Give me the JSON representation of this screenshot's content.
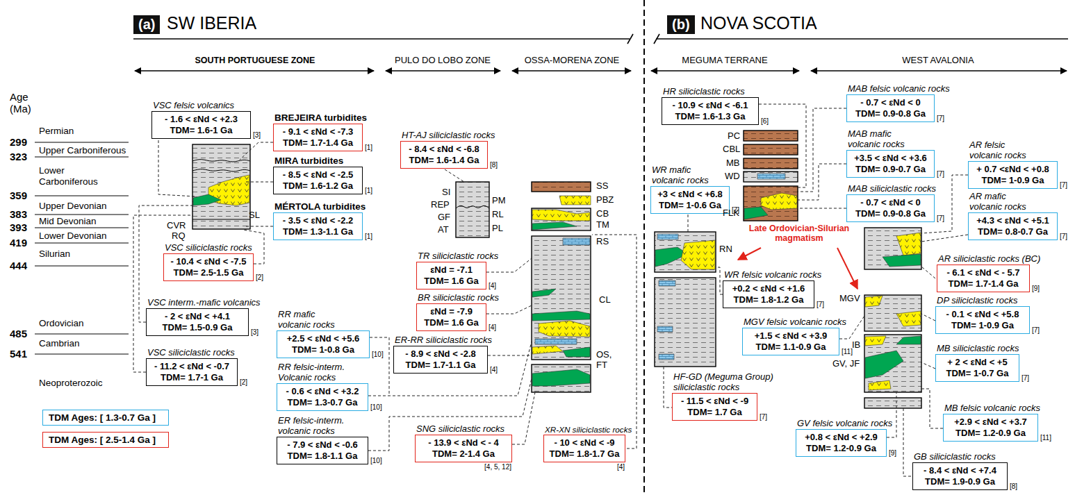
{
  "diagram": {
    "nodes": [
      {
        "text": [
          "VSC felsic volcanics",
          "- 1.6 < εNd < +2.3",
          "TDM= 1.6-1 Ga",
          "[3]"
        ]
      },
      {
        "text": [
          "BREJEIRA turbidites",
          "- 9.1 < εNd < -7.3",
          "TDM= 1.7-1.4 Ga",
          "[1]"
        ]
      },
      {
        "text": [
          "MIRA turbidites",
          "- 8.5 < εNd < -2.5",
          "TDM= 1.6-1.2 Ga",
          "[1]"
        ]
      },
      {
        "text": [
          "MÉRTOLA turbidites",
          "- 3.5 < εNd < -2.2",
          "TDM= 1.3-1.1 Ga",
          "[1]"
        ]
      },
      {
        "text": [
          "VSC siliciclastic rocks",
          "- 10.4 < εNd < -7.5",
          "TDM= 2.5-1.5 Ga",
          "[2]"
        ]
      },
      {
        "text": [
          "VSC interm.-mafic volcanics",
          "- 2 < εNd < +4.1",
          "TDM= 1.5-0.9 Ga",
          "[3]"
        ]
      },
      {
        "text": [
          "VSC siliciclastic rocks",
          "- 11.2 < εNd < -0.7",
          "TDM= 1.7-1 Ga",
          "[2]"
        ]
      },
      {
        "text": [
          "HT-AJ siliciclastic rocks",
          "- 8.4 < εNd < -6.8",
          "TDM= 1.6-1.4 Ga",
          "[8]"
        ]
      },
      {
        "text": [
          "TR siliciclastic rocks",
          "εNd = -7.1",
          "TDM= 1.6 Ga",
          "[4]"
        ]
      },
      {
        "text": [
          "BR siliciclastic rocks",
          "εNd = -7.9",
          "TDM= 1.6 Ga",
          "[4]"
        ]
      },
      {
        "text": [
          "RR mafic volcanic rocks",
          "+2.5 < εNd < +5.6",
          "TDM= 1-0.8 Ga",
          "[10]"
        ]
      },
      {
        "text": [
          "ER-RR siliciclastic rocks",
          "- 8.9 < εNd < -2.8",
          "TDM= 1.7-1.1 Ga",
          "[4]"
        ]
      },
      {
        "text": [
          "RR felsic-interm. Volcanic rocks",
          "- 0.6 < εNd < +3.2",
          "TDM= 1.3-0.7 Ga",
          "[10]"
        ]
      },
      {
        "text": [
          "ER felsic-interm. volcanic rocks",
          "- 7.9 < εNd < -0.6",
          "TDM= 1.8-1.1 Ga",
          "[10]"
        ]
      },
      {
        "text": [
          "SNG siliciclastic rocks",
          "- 13.9 < εNd < - 4",
          "TDM= 2-1.4 Ga",
          "[4, 5, 12]"
        ]
      },
      {
        "text": [
          "XR-XN siliciclastic rocks",
          "- 10 < εNd < -9",
          "TDM= 1.8-1.7 Ga",
          "[4]"
        ]
      },
      {
        "text": [
          "HR siliciclastic rocks",
          "- 10.9 < εNd < -6.1",
          "TDM= 1.6-1.3 Ga",
          "[6]"
        ]
      },
      {
        "text": [
          "WR mafic volcanic rocks",
          "+3 < εNd < +6.8",
          "TDM= 1-0.6 Ga",
          "[7]"
        ]
      },
      {
        "text": [
          "WR felsic volcanic rocks",
          "+0.2 < εNd < +1.6",
          "TDM= 1.8-1.2 Ga",
          "[7]"
        ]
      },
      {
        "text": [
          "MGV felsic volcanic rocks",
          "+1.5 < εNd < +3.9",
          "TDM= 1.1-0.9 Ga",
          "[11]"
        ]
      },
      {
        "text": [
          "HF-GD (Meguma Group) siliciclastic rocks",
          "- 11.5 < εNd < -9",
          "TDM= 1.7 Ga",
          "[7]"
        ]
      },
      {
        "text": [
          "MAB felsic volcanic rocks",
          "- 0.7 < εNd < 0",
          "TDM= 0.9-0.8 Ga",
          "[7]"
        ]
      },
      {
        "text": [
          "MAB mafic volcanic rocks",
          "+3.5 < εNd < +3.6",
          "TDM= 0.9-0.7 Ga",
          "[7]"
        ]
      },
      {
        "text": [
          "MAB siliciclastic rocks",
          "- 0.7 < εNd < 0",
          "TDM= 0.9-0.8 Ga",
          "[7]"
        ]
      },
      {
        "text": [
          "AR felsic volcanic rocks",
          "+ 0.7 <εNd < +0.8",
          "TDM= 1-0.9 Ga",
          "[7]"
        ]
      },
      {
        "text": [
          "AR mafic volcanic rocks",
          "+4.3 < εNd < +5.1",
          "TDM= 0.8-0.7 Ga",
          "[7]"
        ]
      },
      {
        "text": [
          "AR siliciclastic rocks (BC)",
          "- 6.1 < εNd < - 5.7",
          "TDM= 1.7-1.4 Ga",
          "[9]"
        ]
      },
      {
        "text": [
          "DP siliciclastic rocks",
          "- 0.1 < εNd < +5.8",
          "TDM= 1-0.9 Ga",
          "[7]"
        ]
      },
      {
        "text": [
          "MB siliciclastic rocks",
          "+ 2 < εNd < +5",
          "TDM= 1-0.7 Ga",
          "[7]"
        ]
      },
      {
        "text": [
          "MB felsic volcanic rocks",
          "+2.9 < εNd < +3.7",
          "TDM= 1.2-0.9 Ga",
          "[11]"
        ]
      },
      {
        "text": [
          "GV felsic volcanic rocks",
          "+0.8 < εNd < +2.9",
          "TDM= 1.2-0.9 Ga",
          "[9]"
        ]
      },
      {
        "text": [
          "GB siliciclastic rocks",
          "- 8.4 < εNd < +7.4",
          "TDM= 1.9-0.9 Ga",
          "[8]"
        ]
      }
    ],
    "labels": [
      "(a)",
      "SW IBERIA",
      "(b)",
      "NOVA SCOTIA",
      "SOUTH PORTUGUESE ZONE",
      "PULO DO LOBO ZONE",
      "OSSA-MORENA ZONE",
      "MEGUMA TERRANE",
      "WEST AVALONIA",
      "Age (Ma)",
      "Permian",
      "299",
      "Upper Carboniferous",
      "323",
      "Lower Carboniferous",
      "359",
      "Upper Devonian",
      "383",
      "Mid Devonian",
      "393",
      "Lower Devonian",
      "419",
      "Silurian",
      "444",
      "Ordovician",
      "485",
      "Cambrian",
      "541",
      "Neoproterozoic",
      "CVR",
      "RQ",
      "SL",
      "SI",
      "REP",
      "GF",
      "AT",
      "PM",
      "RL",
      "PL",
      "SS",
      "PBZ",
      "CB",
      "TM",
      "RS",
      "CL",
      "OS, FT",
      "PC",
      "CBL",
      "MB",
      "WD",
      "FLK",
      "RN",
      "MGV",
      "IB",
      "GV, JF",
      "Late Ordovician-Silurian magmatism"
    ],
    "legend": [
      {
        "text": "TDM Ages: [ 1.3-0.7 Ga ]",
        "color": "#29abe2"
      },
      {
        "text": "TDM Ages: [ 2.5-1.4 Ga ]",
        "color": "#e2231a"
      }
    ]
  }
}
